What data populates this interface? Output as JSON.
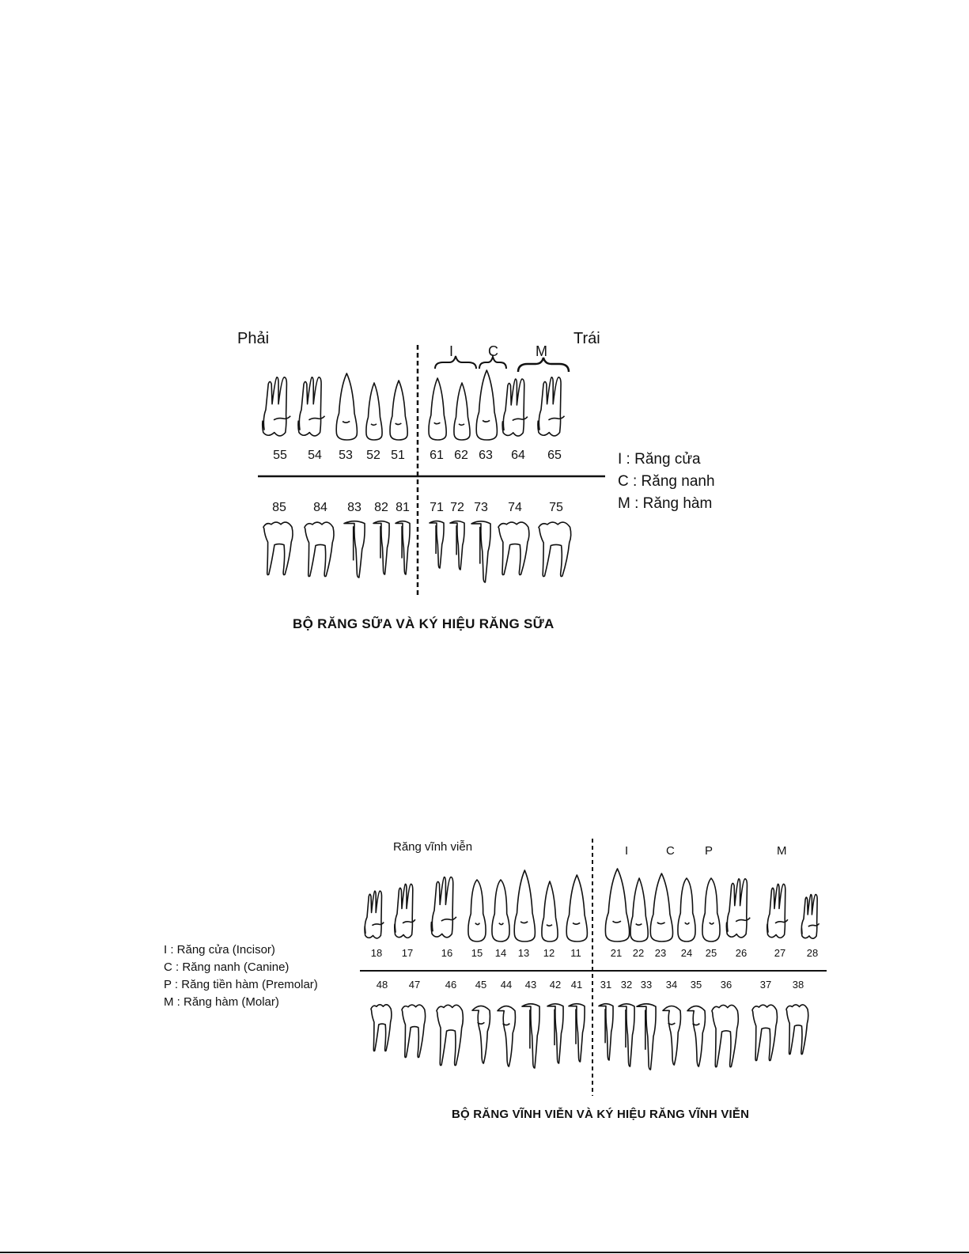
{
  "primary": {
    "right_label": "Phải",
    "left_label": "Trái",
    "groups": [
      "I",
      "C",
      "M"
    ],
    "upper_teeth": [
      "55",
      "54",
      "53",
      "52",
      "51",
      "61",
      "62",
      "63",
      "64",
      "65"
    ],
    "lower_teeth": [
      "85",
      "84",
      "83",
      "82",
      "81",
      "71",
      "72",
      "73",
      "74",
      "75"
    ],
    "legend": [
      "I : Răng cửa",
      "C : Răng nanh",
      "M : Răng hàm"
    ],
    "title": "BỘ RĂNG SỮA VÀ KÝ HIỆU RĂNG SỮA"
  },
  "permanent": {
    "heading": "Răng vĩnh viễn",
    "groups": [
      "I",
      "C",
      "P",
      "M"
    ],
    "upper_teeth": [
      "18",
      "17",
      "16",
      "15",
      "14",
      "13",
      "12",
      "11",
      "21",
      "22",
      "23",
      "24",
      "25",
      "26",
      "27",
      "28"
    ],
    "lower_teeth": [
      "48",
      "47",
      "46",
      "45",
      "44",
      "43",
      "42",
      "41",
      "31",
      "32",
      "33",
      "34",
      "35",
      "36",
      "37",
      "38"
    ],
    "legend": [
      "I : Răng cửa (Incisor)",
      "C : Răng nanh (Canine)",
      "P : Răng tiền hàm (Premolar)",
      "M : Răng hàm (Molar)"
    ],
    "title": "BỘ RĂNG VĨNH VIỄN VÀ KÝ HIỆU RĂNG VĨNH VIỄN"
  }
}
